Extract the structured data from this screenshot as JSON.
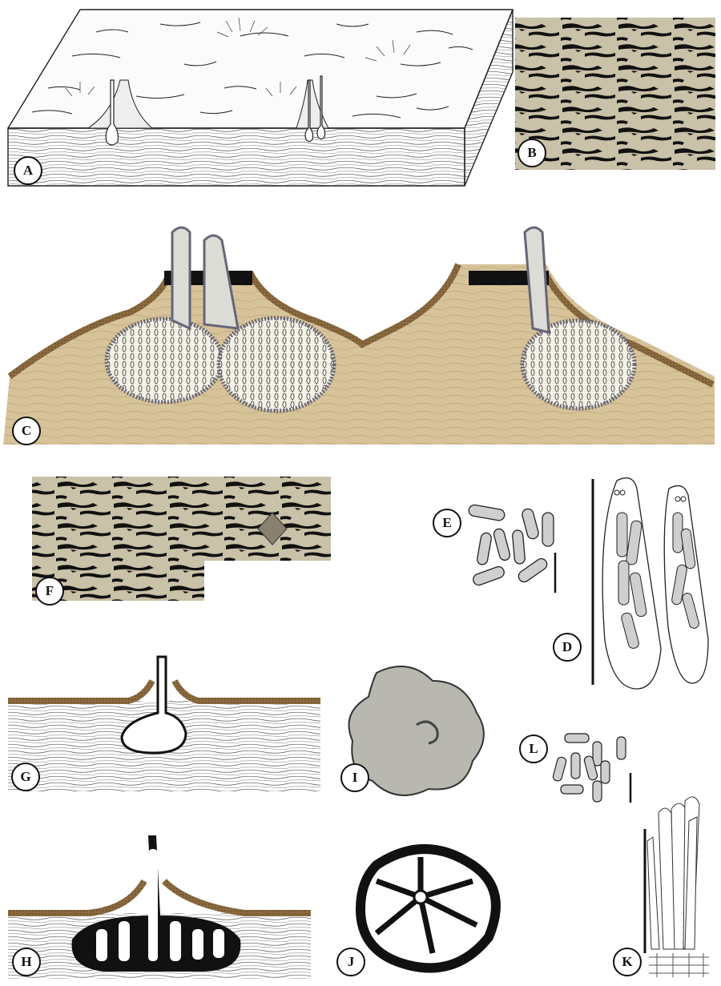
{
  "panels": {
    "A": "A",
    "B": "B",
    "C": "C",
    "D": "D",
    "E": "E",
    "F": "F",
    "G": "G",
    "H": "H",
    "I": "I",
    "J": "J",
    "K": "K",
    "L": "L"
  },
  "colors": {
    "bark_tan": "#c9b896",
    "wood_tan": "#d7c39a",
    "bark_brown": "#8a6a3e",
    "stroma_gray": "#b8b8b0",
    "ink": "#111111"
  }
}
